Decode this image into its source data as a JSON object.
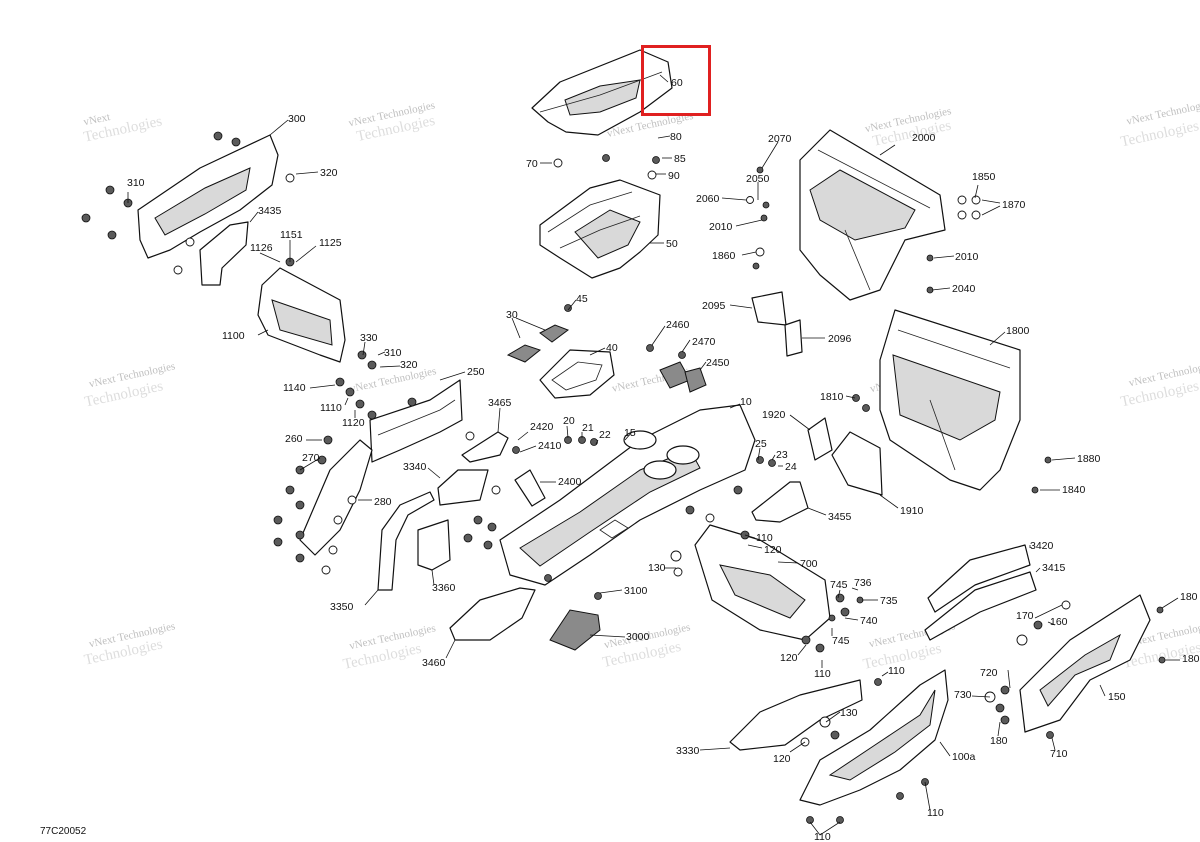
{
  "diagram": {
    "code": "77C20052",
    "watermark": {
      "line1": "vNext",
      "line2": "Technologies",
      "full": "vNext Technologies"
    },
    "highlight": {
      "part": "60",
      "color": "#e02020"
    },
    "callouts": [
      "60",
      "80",
      "85",
      "90",
      "70",
      "50",
      "300",
      "310",
      "320",
      "3435",
      "1126",
      "1151",
      "1125",
      "1100",
      "330",
      "310",
      "320",
      "1140",
      "1110",
      "1120",
      "250",
      "260",
      "270",
      "280",
      "3340",
      "3465",
      "2420",
      "2410",
      "2400",
      "20",
      "21",
      "22",
      "15",
      "10",
      "30",
      "45",
      "40",
      "2460",
      "2470",
      "2450",
      "2070",
      "2000",
      "2050",
      "2060",
      "2010",
      "1850",
      "1870",
      "1860",
      "2010",
      "2040",
      "2095",
      "2096",
      "1800",
      "1810",
      "1920",
      "1880",
      "1840",
      "1910",
      "25",
      "23",
      "24",
      "3455",
      "110",
      "120",
      "130",
      "700",
      "745",
      "736",
      "735",
      "740",
      "745",
      "120",
      "110",
      "3350",
      "3360",
      "3100",
      "3000",
      "3460",
      "3420",
      "3415",
      "170",
      "160",
      "180",
      "180",
      "150",
      "720",
      "730",
      "180",
      "710",
      "110",
      "130",
      "120",
      "3330",
      "100a",
      "110",
      "110"
    ]
  }
}
